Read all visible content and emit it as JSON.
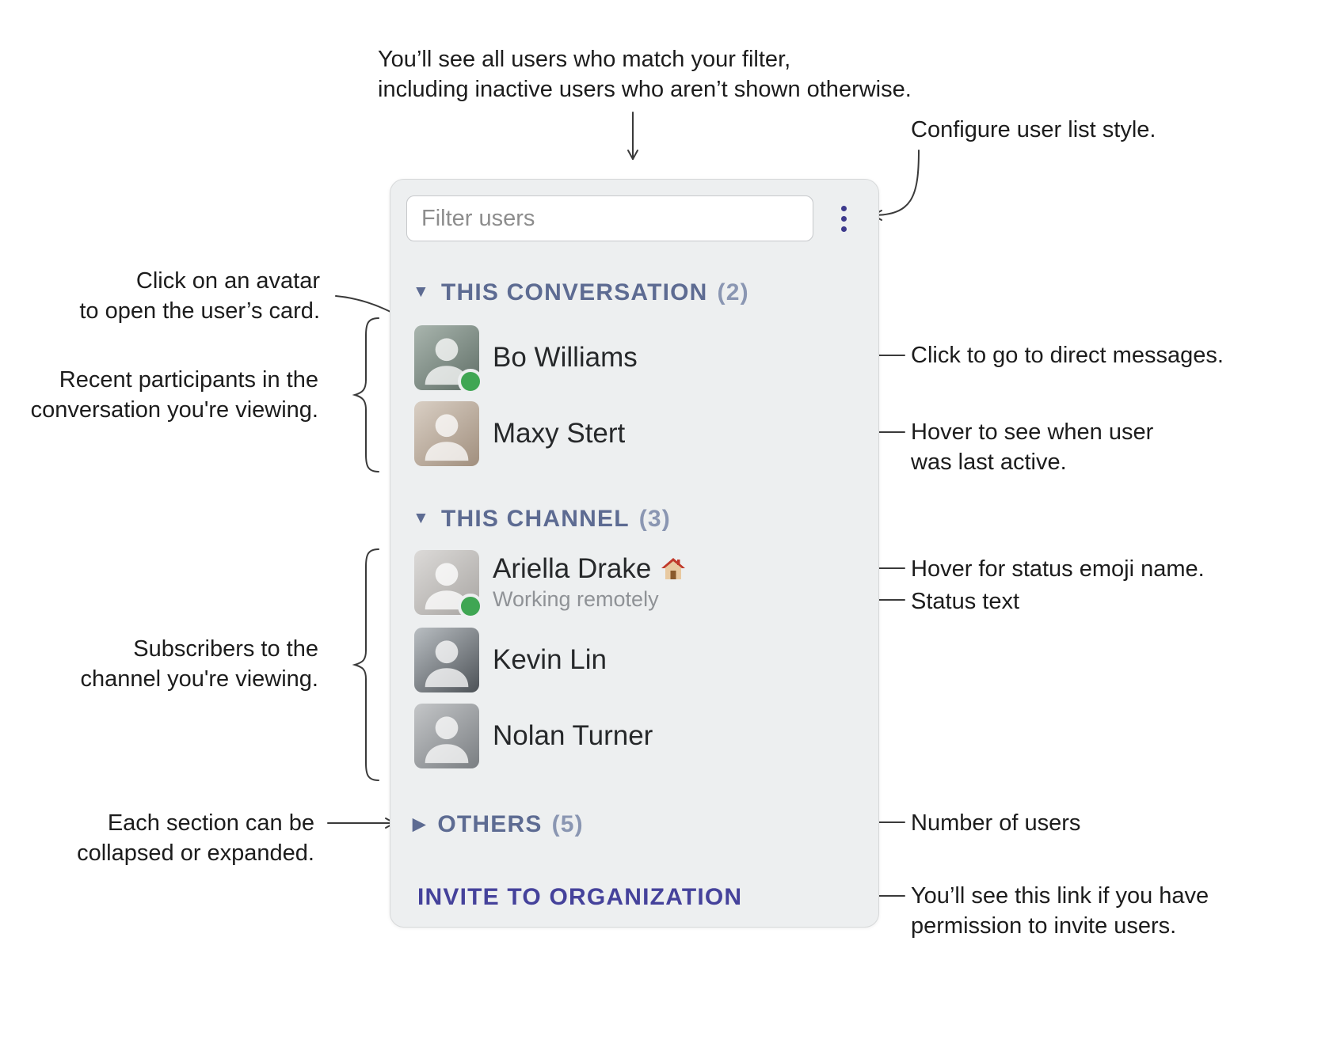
{
  "colors": {
    "section_header": "#5d6b92",
    "section_count": "#8a96b2",
    "invite_link": "#45429b",
    "presence_online": "#3fa653",
    "menu_icon": "#3d3a8c",
    "panel_bg": "#edeff0",
    "annotation_line": "#3a3a3a"
  },
  "panel": {
    "filter": {
      "placeholder": "Filter users"
    },
    "menu_icon": "vertical-ellipsis-icon",
    "sections": [
      {
        "collapsed": false,
        "marker": "▼",
        "title": "THIS CONVERSATION",
        "count": "(2)",
        "users": [
          {
            "name": "Bo Williams",
            "online": true
          },
          {
            "name": "Maxy Stert",
            "online": false
          }
        ]
      },
      {
        "collapsed": false,
        "marker": "▼",
        "title": "THIS CHANNEL",
        "count": "(3)",
        "users": [
          {
            "name": "Ariella Drake",
            "status_emoji": "🏠",
            "status_text": "Working remotely",
            "online": true
          },
          {
            "name": "Kevin Lin",
            "online": false
          },
          {
            "name": "Nolan Turner",
            "online": false
          }
        ]
      },
      {
        "collapsed": true,
        "marker": "▶",
        "title": "OTHERS",
        "count": "(5)",
        "users": []
      }
    ],
    "invite_link": "INVITE TO ORGANIZATION"
  },
  "annotations": {
    "filter_note": {
      "lines": [
        "You’ll see all users who match your filter,",
        "including inactive users who aren’t shown otherwise."
      ]
    },
    "configure": {
      "text": "Configure user list style."
    },
    "avatar_click": {
      "lines": [
        "Click on an avatar",
        "to open the user’s card."
      ]
    },
    "recent_participants": {
      "lines": [
        "Recent participants in the",
        "conversation you're viewing."
      ]
    },
    "subscribers": {
      "lines": [
        "Subscribers to the",
        "channel you're viewing."
      ]
    },
    "collapse_sections": {
      "lines": [
        "Each section can be",
        "collapsed or expanded."
      ]
    },
    "direct_messages": {
      "text": "Click to go to direct messages."
    },
    "last_active": {
      "lines": [
        "Hover to see when user",
        "was last active."
      ]
    },
    "status_emoji_hover": {
      "text": "Hover for status emoji name."
    },
    "status_text_label": {
      "text": "Status text"
    },
    "number_of_users": {
      "text": "Number of users"
    },
    "invite_permission": {
      "lines": [
        "You’ll see this link if you have",
        "permission to invite users."
      ]
    }
  }
}
